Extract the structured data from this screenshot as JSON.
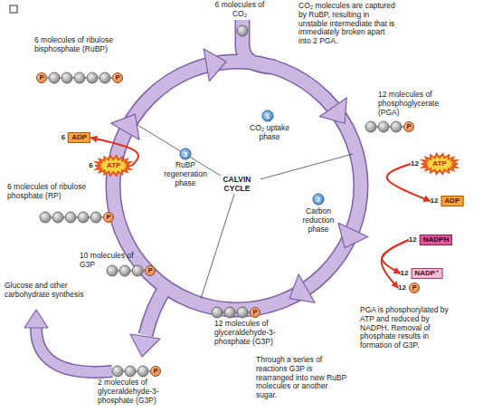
{
  "diagram": {
    "nodes": [
      {
        "text": [
          "P"
        ]
      },
      {
        "text": [
          "P"
        ]
      },
      {
        "text": [
          "1"
        ]
      },
      {
        "text": [
          "P"
        ]
      },
      {
        "text": [
          "6",
          "ADP"
        ]
      },
      {
        "text": [
          "3"
        ]
      },
      {
        "text": [
          "12",
          "ATP"
        ]
      },
      {
        "text": [
          "6",
          "ATP"
        ]
      },
      {
        "text": [
          "2"
        ]
      },
      {
        "text": [
          "12",
          "ADP"
        ]
      },
      {
        "text": [
          "P"
        ]
      },
      {
        "text": [
          "12",
          "NADPH"
        ]
      },
      {
        "text": [
          "P"
        ]
      },
      {
        "text": [
          "12",
          "NADP⁺"
        ]
      },
      {
        "text": [
          "12",
          "P"
        ]
      },
      {
        "text": [
          "P"
        ]
      },
      {
        "text": [
          "P"
        ]
      }
    ],
    "edges": [
      {
        "from": 7,
        "to": 4,
        "arrow": "to"
      },
      {
        "from": 6,
        "to": 9,
        "arrow": "to"
      },
      {
        "from": 11,
        "to": 13,
        "arrow": "to"
      },
      {
        "from": 11,
        "to": 14,
        "arrow": "to"
      }
    ],
    "labels": [
      "6 molecules of CO₂",
      "CO₂ molecules are captured by RuBP, resulting in unstable intermediate that is immediately broken apart into 2 PGA.",
      "6 molecules of ribulose bisphosphate (RuBP)",
      "12 molecules of phosphoglycerate (PGA)",
      "CO₂ uptake phase",
      "RuBP regeneration phase",
      "CALVIN CYCLE",
      "6 molecules of ribulose phosphate (RP)",
      "Carbon reduction phase",
      "10 molecules of G3P",
      "Glucose and other carbohydrate synthesis",
      "PGA is phosphorylated by ATP and reduced by NADPH. Removal of phosphate results in formation of G3P.",
      "12 molecules of glyceraldehyde-3-phosphate (G3P)",
      "Through a series of reactions G3P is rearranged into new RuBP molecules or another sugar.",
      "2 molecules of glyceraldehyde-3-phosphate (G3P)"
    ]
  }
}
